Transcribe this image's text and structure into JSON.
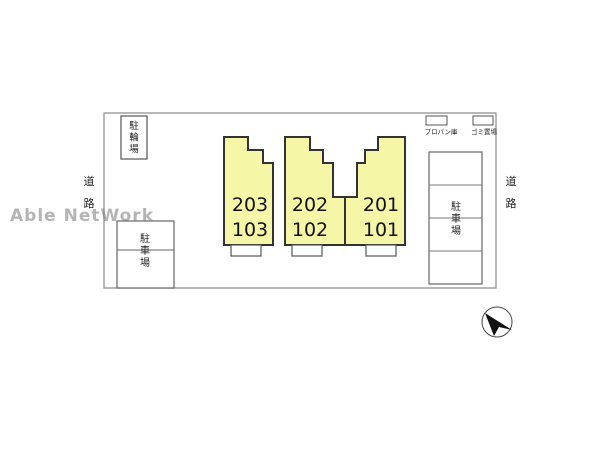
{
  "road_west_label": "道路",
  "road_east_label": "道路",
  "bicycle_parking_label": "駐輪場",
  "parking_west_label": "駐車場",
  "parking_east_label": "駐車場",
  "propane_label": "プロパン庫",
  "garbage_label": "ゴミ置場",
  "units": {
    "left_top": "203",
    "left_bottom": "103",
    "mid_top": "202",
    "mid_bottom": "102",
    "right_top": "201",
    "right_bottom": "101"
  },
  "watermark": "Able NetWork",
  "colors": {
    "building_fill": "#f5f7a6",
    "line": "#333333",
    "outline": "#888888"
  },
  "icons": {
    "north_arrow": "compass-arrow-icon"
  }
}
